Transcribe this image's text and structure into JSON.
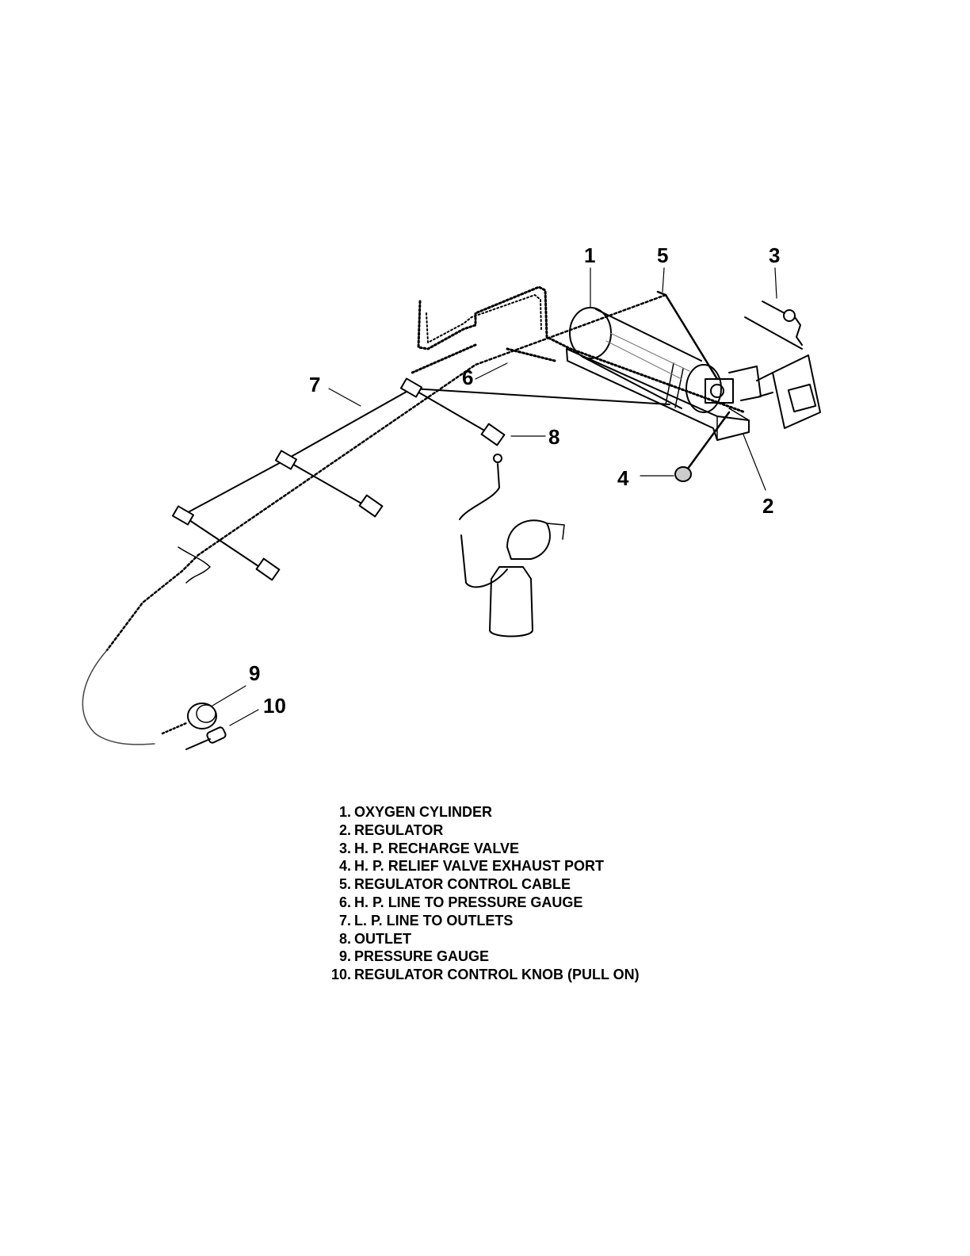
{
  "callouts": [
    {
      "id": 1,
      "label": "1"
    },
    {
      "id": 2,
      "label": "2"
    },
    {
      "id": 3,
      "label": "3"
    },
    {
      "id": 4,
      "label": "4"
    },
    {
      "id": 5,
      "label": "5"
    },
    {
      "id": 6,
      "label": "6"
    },
    {
      "id": 7,
      "label": "7"
    },
    {
      "id": 8,
      "label": "8"
    },
    {
      "id": 9,
      "label": "9"
    },
    {
      "id": 10,
      "label": "10"
    }
  ],
  "legend": [
    {
      "num": "1.",
      "text": "OXYGEN CYLINDER"
    },
    {
      "num": "2.",
      "text": "REGULATOR"
    },
    {
      "num": "3.",
      "text": "H. P. RECHARGE VALVE"
    },
    {
      "num": "4.",
      "text": "H. P. RELIEF VALVE EXHAUST PORT"
    },
    {
      "num": "5.",
      "text": "REGULATOR CONTROL CABLE"
    },
    {
      "num": "6.",
      "text": "H. P. LINE TO PRESSURE GAUGE"
    },
    {
      "num": "7.",
      "text": "L. P. LINE TO OUTLETS"
    },
    {
      "num": "8.",
      "text": "OUTLET"
    },
    {
      "num": "9.",
      "text": "PRESSURE GAUGE"
    },
    {
      "num": "10.",
      "text": "REGULATOR CONTROL KNOB (PULL ON)"
    }
  ]
}
